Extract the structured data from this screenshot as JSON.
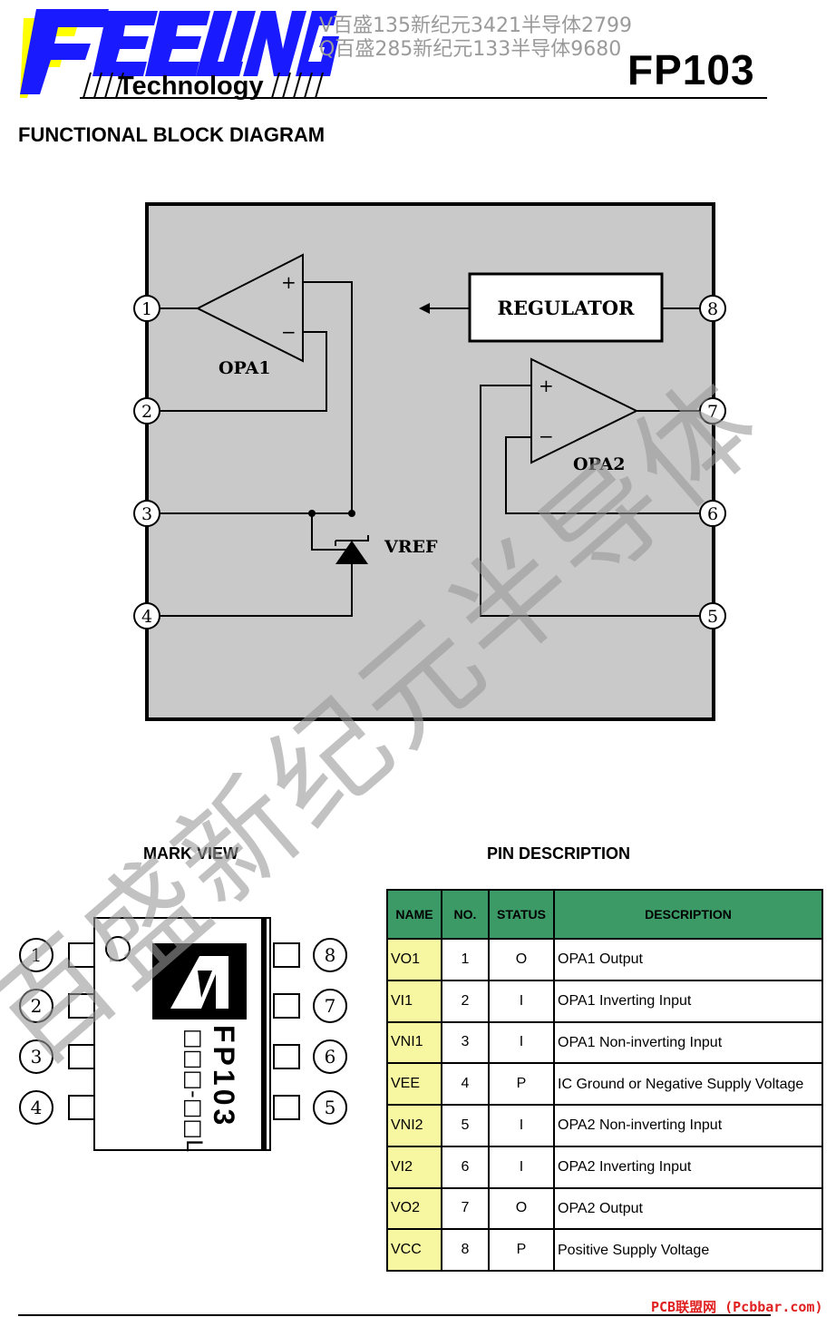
{
  "header": {
    "logo_word": "FEELING",
    "logo_sub": "Technology",
    "watermark_lines": [
      "V百盛135新纪元3421半导体2799",
      "Q百盛285新纪元133半导体9680"
    ],
    "part_number": "FP103",
    "colors": {
      "logo_blue": "#1a1aff",
      "logo_yellow": "#ffff00",
      "watermark_gray": "#9a9a9a"
    }
  },
  "block_diagram": {
    "title": "FUNCTIONAL BLOCK DIAGRAM",
    "labels": {
      "opa1": "OPA1",
      "opa2": "OPA2",
      "regulator": "REGULATOR",
      "vref": "VREF",
      "plus": "+",
      "minus": "−"
    },
    "pins": [
      "1",
      "2",
      "3",
      "4",
      "5",
      "6",
      "7",
      "8"
    ],
    "colors": {
      "body_fill": "#c9c9c9"
    }
  },
  "mark_view": {
    "title": "MARK VIEW",
    "part_marking": "FP103",
    "date_code": "□□□-□□L",
    "pins_left": [
      "1",
      "2",
      "3",
      "4"
    ],
    "pins_right": [
      "8",
      "7",
      "6",
      "5"
    ]
  },
  "pin_description": {
    "title": "PIN DESCRIPTION",
    "headers": [
      "NAME",
      "NO.",
      "STATUS",
      "DESCRIPTION"
    ],
    "rows": [
      {
        "name": "VO1",
        "no": "1",
        "status": "O",
        "description": "OPA1 Output"
      },
      {
        "name": "VI1",
        "no": "2",
        "status": "I",
        "description": "OPA1 Inverting Input"
      },
      {
        "name": "VNI1",
        "no": "3",
        "status": "I",
        "description": "OPA1 Non-inverting Input"
      },
      {
        "name": "VEE",
        "no": "4",
        "status": "P",
        "description": "IC Ground or Negative Supply Voltage"
      },
      {
        "name": "VNI2",
        "no": "5",
        "status": "I",
        "description": "OPA2 Non-inverting Input"
      },
      {
        "name": "VI2",
        "no": "6",
        "status": "I",
        "description": "OPA2 Inverting Input"
      },
      {
        "name": "VO2",
        "no": "7",
        "status": "O",
        "description": "OPA2 Output"
      },
      {
        "name": "VCC",
        "no": "8",
        "status": "P",
        "description": "Positive Supply Voltage"
      }
    ],
    "colors": {
      "header_bg": "#3b9a66",
      "name_bg": "#f7f7a1"
    }
  },
  "watermark": {
    "text": "百盛新纪元半导体"
  },
  "footer": {
    "credit": "PCB联盟网 (Pcbbar.com)"
  }
}
